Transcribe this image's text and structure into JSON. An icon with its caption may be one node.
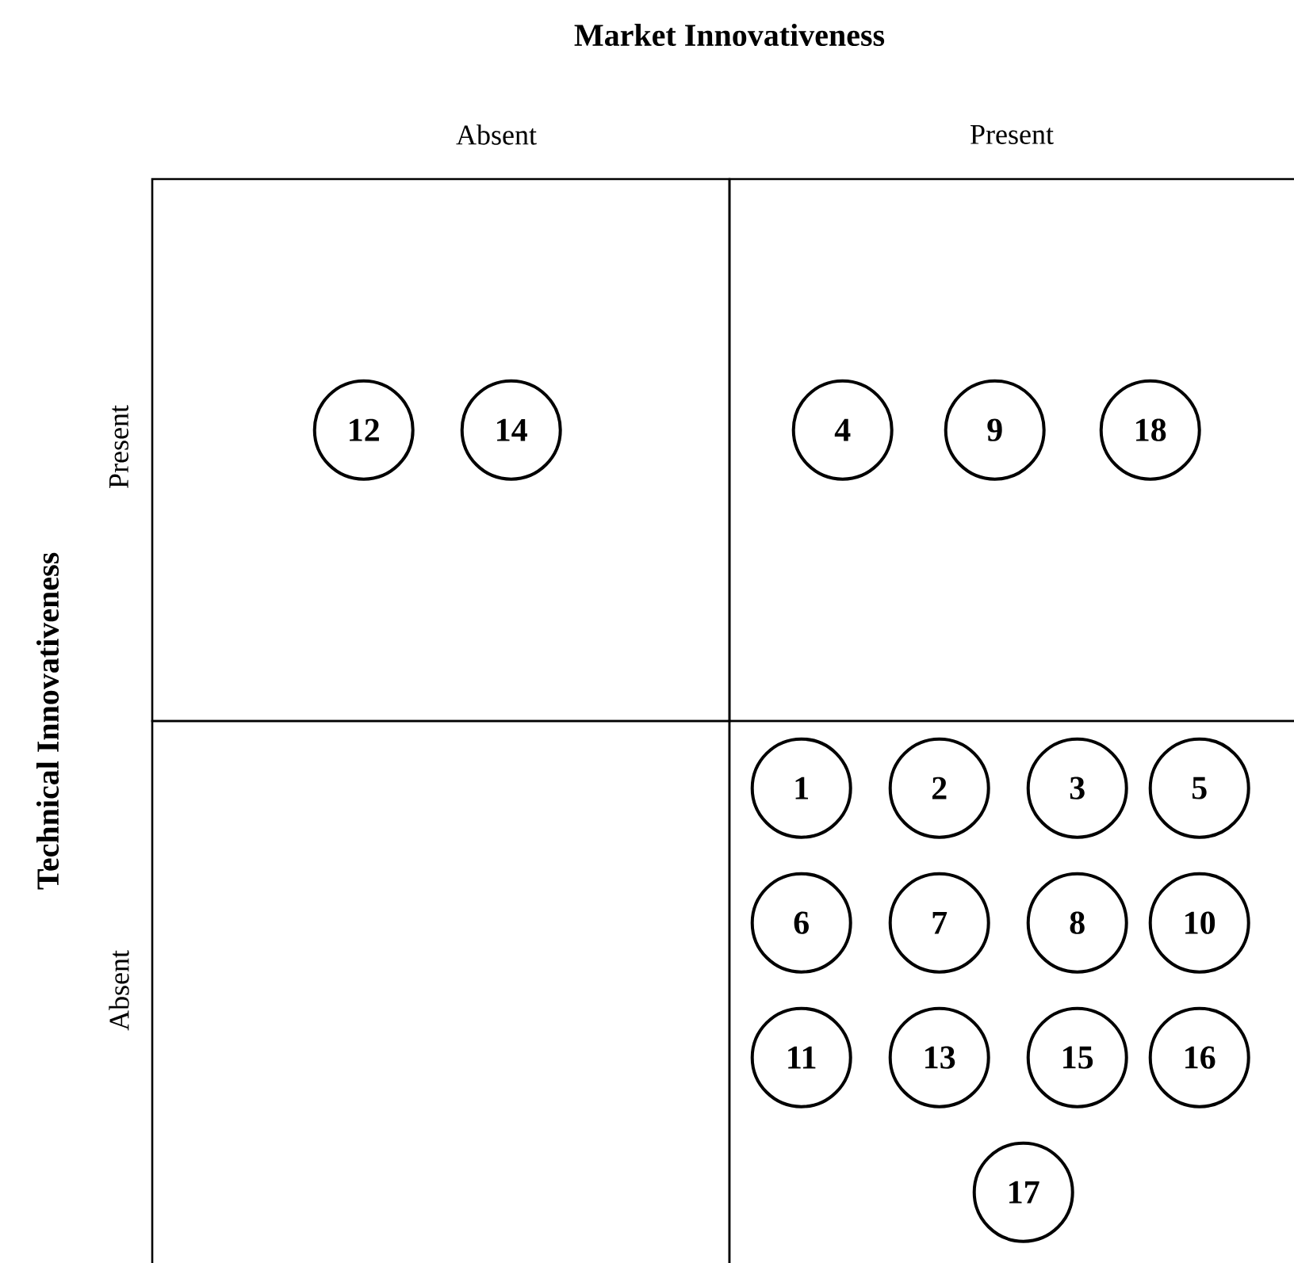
{
  "diagram": {
    "nodes": [
      {
        "text": [],
        "shape": "box"
      },
      {
        "text": [],
        "shape": "box"
      },
      {
        "text": [],
        "shape": "box"
      },
      {
        "text": [],
        "shape": "box"
      },
      {
        "text": [
          "12"
        ],
        "in": 0
      },
      {
        "text": [
          "14"
        ],
        "in": 0
      },
      {
        "text": [
          "4"
        ],
        "in": 1
      },
      {
        "text": [
          "9"
        ],
        "in": 1
      },
      {
        "text": [
          "18"
        ],
        "in": 1
      },
      {
        "text": [
          "1"
        ],
        "in": 3
      },
      {
        "text": [
          "2"
        ],
        "in": 3
      },
      {
        "text": [
          "3"
        ],
        "in": 3
      },
      {
        "text": [
          "5"
        ],
        "in": 3
      },
      {
        "text": [
          "6"
        ],
        "in": 3
      },
      {
        "text": [
          "7"
        ],
        "in": 3
      },
      {
        "text": [
          "8"
        ],
        "in": 3
      },
      {
        "text": [
          "10"
        ],
        "in": 3
      },
      {
        "text": [
          "11"
        ],
        "in": 3
      },
      {
        "text": [
          "13"
        ],
        "in": 3
      },
      {
        "text": [
          "15"
        ],
        "in": 3
      },
      {
        "text": [
          "16"
        ],
        "in": 3
      },
      {
        "text": [
          "17"
        ],
        "in": 3
      }
    ],
    "labels": [
      "Market Innovativeness",
      "Absent",
      "Present",
      "Technical Innovativeness",
      "Present",
      "Absent"
    ]
  }
}
